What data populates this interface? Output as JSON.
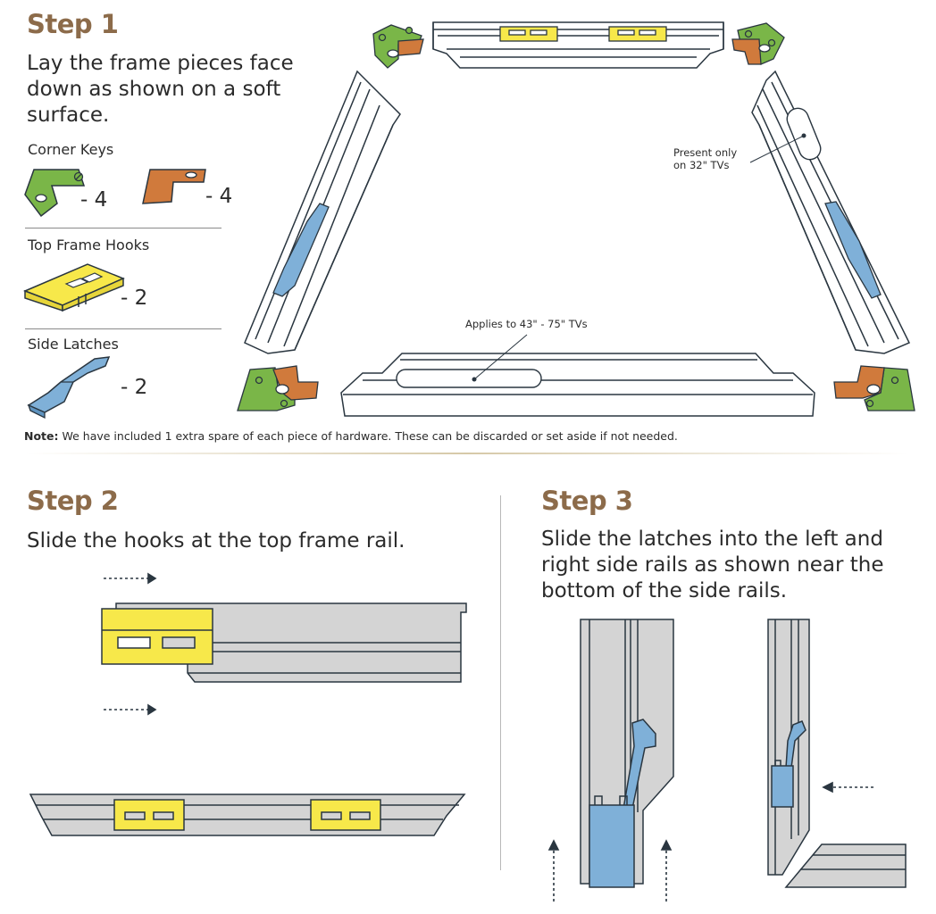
{
  "step1": {
    "title": "Step 1",
    "text": "Lay the frame pieces face down as shown on a soft surface.",
    "parts": {
      "corner_keys_label": "Corner Keys",
      "green_qty": "- 4",
      "orange_qty": "- 4",
      "hooks_label": "Top Frame Hooks",
      "hooks_qty": "- 2",
      "latches_label": "Side Latches",
      "latches_qty": "- 2"
    },
    "callout_32": "Present only on  32\" TVs",
    "callout_43": "Applies to 43\" - 75\" TVs",
    "note_label": "Note:",
    "note_text": " We have included 1 extra spare of each piece of hardware. These can be discarded or set aside if not needed."
  },
  "step2": {
    "title": "Step 2",
    "text": "Slide the hooks at the top frame rail."
  },
  "step3": {
    "title": "Step 3",
    "text": "Slide the latches into the left and right side rails as shown near the bottom of the side rails."
  },
  "colors": {
    "title_brown": "#8c6b4a",
    "green_key": "#7ab648",
    "orange_key": "#d07a3c",
    "yellow_hook": "#f7e84a",
    "blue_latch": "#7fb0d8",
    "rail_gray": "#d4d4d4",
    "outline": "#2a3640"
  }
}
